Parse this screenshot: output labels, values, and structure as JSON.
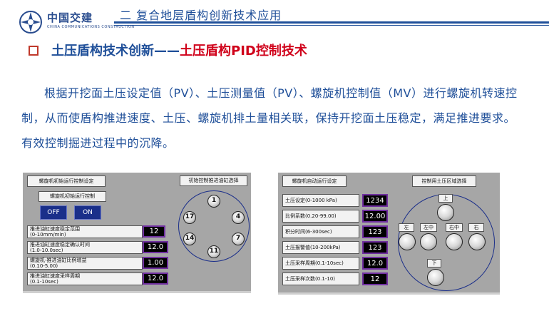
{
  "header": {
    "logo_cn": "中国交建",
    "logo_en": "CHINA COMMUNICATIONS CONSTRUCTION",
    "title": "二  复合地层盾构创新技术应用"
  },
  "section": {
    "heading_main": "土压盾构技术创新——",
    "heading_tail": "土压盾构PID控制技术"
  },
  "paragraph": "根据开挖面土压设定值（PV）、土压测量值（PV）、螺旋机控制值（MV）进行螺旋机转速控制，从而使盾构推进速度、土压、螺旋机排土量相关联，保持开挖面土压稳定，满足推进要求。有效控制掘进过程中的沉降。",
  "left_panel": {
    "title": "螺旋机初始运行控制设定",
    "sub_label": "螺旋机初始运行控制",
    "btn_off": "OFF",
    "btn_on": "ON",
    "right_title": "初始控制推进油缸选择",
    "rows": [
      {
        "label": "推进油缸速度稳定范围\n(0-10mm/min)",
        "value": "12"
      },
      {
        "label": "推进油缸速度稳定确认时间\n(1.0-10.0sec)",
        "value": "12.0"
      },
      {
        "label": "螺旋机-推进油缸比例增益\n(0.10-5.00)",
        "value": "1.00"
      },
      {
        "label": "推进油缸速度采样周期\n(0.1-10sec)",
        "value": "12.0"
      }
    ],
    "cylinders": [
      "1",
      "4",
      "7",
      "11",
      "14",
      "17"
    ]
  },
  "right_panel": {
    "title": "螺旋机自动运行设定",
    "right_title": "控制用土压区域选择",
    "rows": [
      {
        "label": "土压设定(0-1000 kPa)",
        "value": "1234"
      },
      {
        "label": "比例系数(0.20-99.00)",
        "value": "12.00"
      },
      {
        "label": "积分时间(6-300sec)",
        "value": "123"
      },
      {
        "label": "土压报警值(10-200kPa)",
        "value": "123"
      },
      {
        "label": "土压采样周期(0.1-10sec)",
        "value": "12.0"
      },
      {
        "label": "土压采样次数(0.1-10)",
        "value": "12"
      }
    ],
    "zones": {
      "top": "上",
      "left": "左",
      "left_mid": "左中",
      "right_mid": "右中",
      "right": "右",
      "bottom": "下"
    }
  }
}
